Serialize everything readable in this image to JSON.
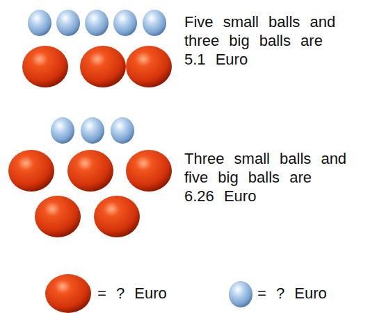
{
  "diagram": {
    "labels": [
      "Five small balls and three big balls are 5.1 Euro",
      "Three small balls and five big balls are 6.26 Euro",
      "= ? Euro",
      "= ? Euro"
    ]
  }
}
